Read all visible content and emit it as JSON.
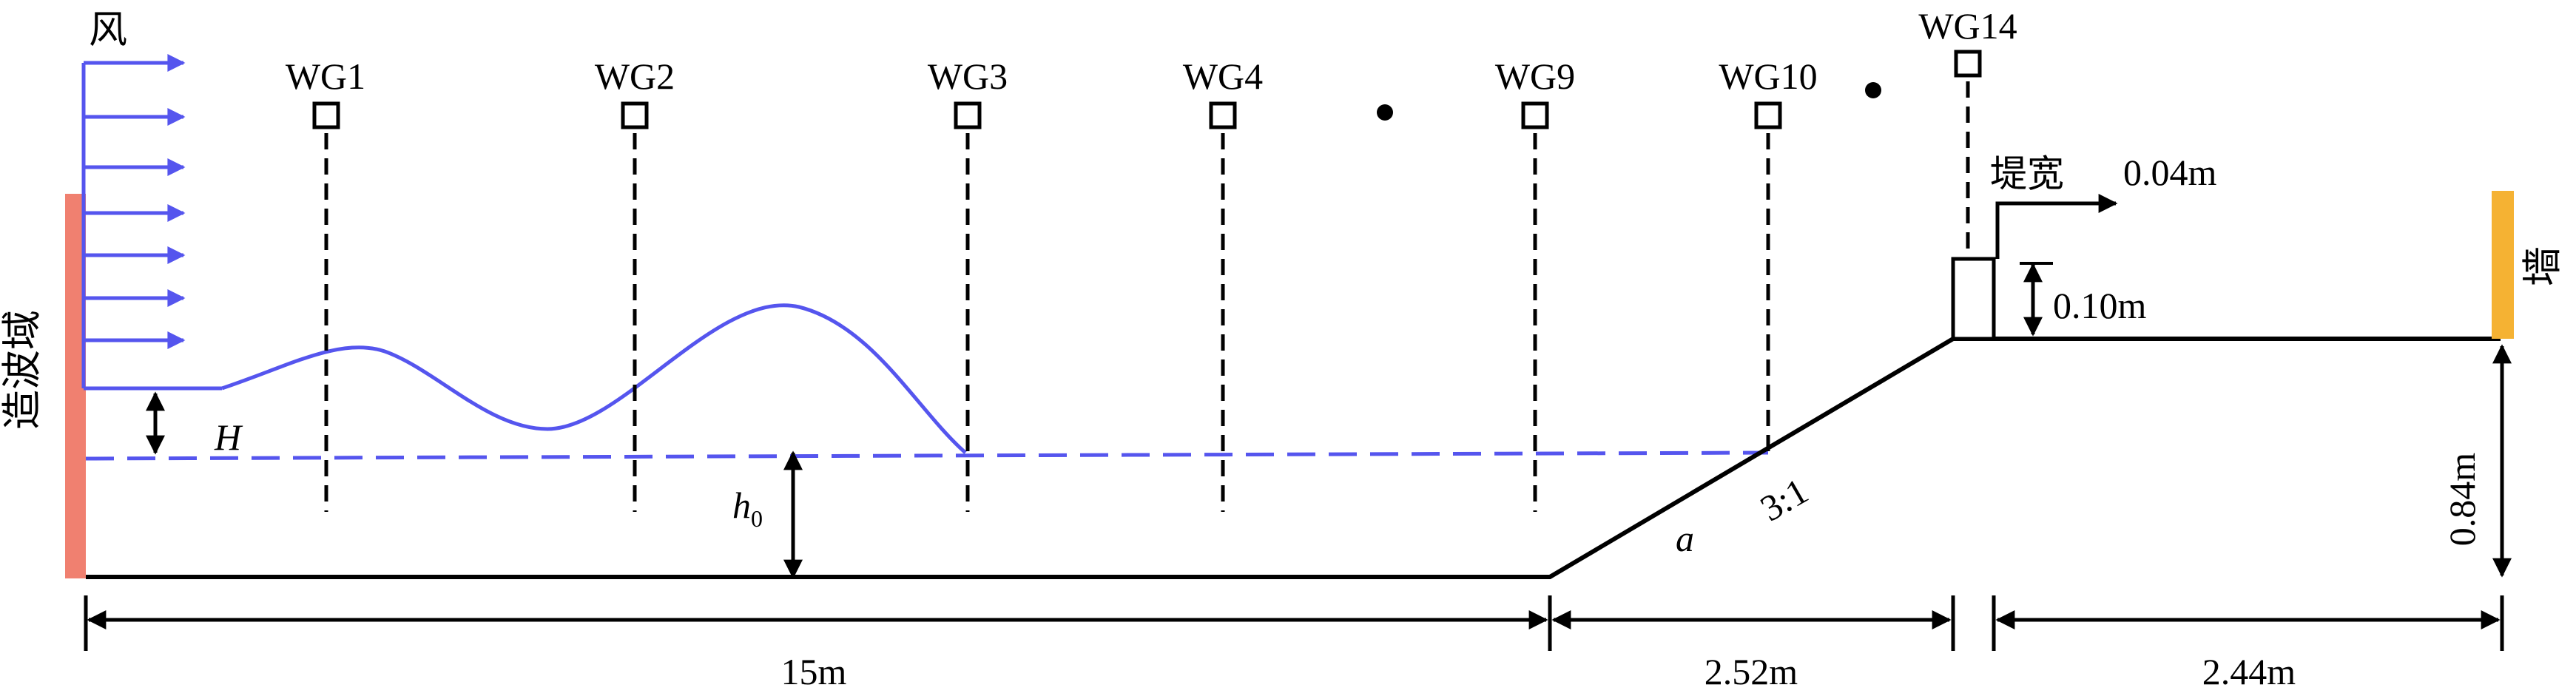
{
  "wind_label": "风",
  "wavemaker_label": "造波域",
  "wall_label": "墙",
  "wave_gauges": [
    "WG1",
    "WG2",
    "WG3",
    "WG4",
    "WG9",
    "WG10",
    "WG14"
  ],
  "berm": {
    "label": "堤宽",
    "width": "0.04m",
    "height": "0.10m"
  },
  "symbols": {
    "wave_height": "H",
    "water_depth": "h",
    "water_depth_sub": "0",
    "slope_angle": "a"
  },
  "slope_ratio": "3:1",
  "dimensions": {
    "flat_length": "15m",
    "slope_length": "2.52m",
    "crest_length": "2.44m",
    "crest_height": "0.84m"
  },
  "colors": {
    "wind_wave": "#5555ee",
    "wavemaker": "#f08070",
    "wall": "#f5b233",
    "structure": "#000000"
  }
}
